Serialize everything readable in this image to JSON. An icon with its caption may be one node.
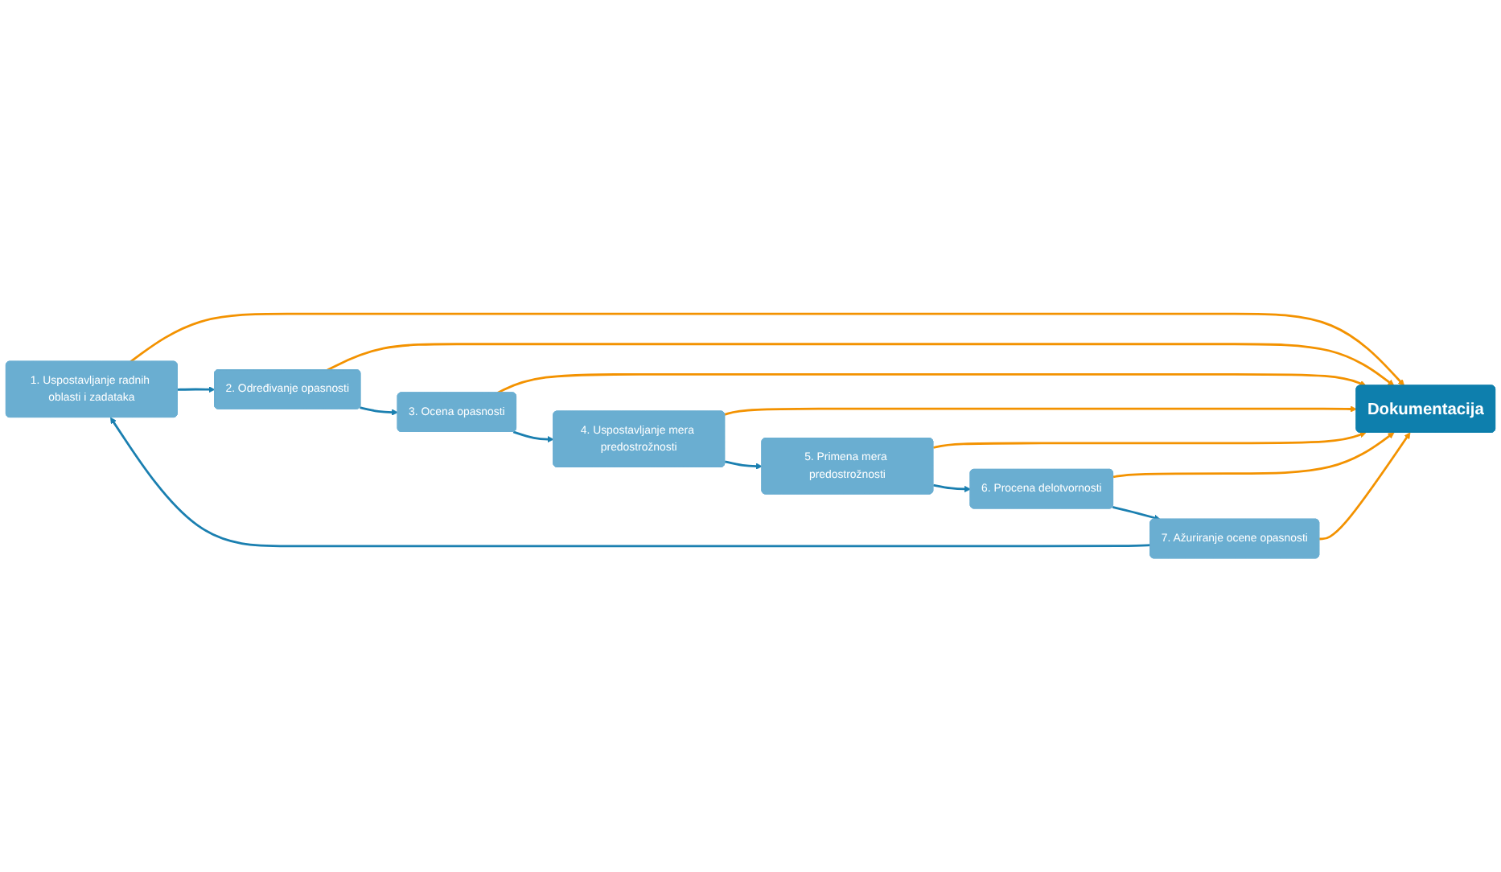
{
  "diagram": {
    "nodes": [
      {
        "text": [
          "1. Uspostavljanje radnih oblasti i zadataka"
        ]
      },
      {
        "text": [
          "2. Određivanje opasnosti"
        ]
      },
      {
        "text": [
          "3. Ocena opasnosti"
        ]
      },
      {
        "text": [
          "4. Uspostavljanje mera predostrožnosti"
        ]
      },
      {
        "text": [
          "5. Primena mera predostrožnosti"
        ]
      },
      {
        "text": [
          "6. Procena delotvornosti"
        ]
      },
      {
        "text": [
          "7. Ažuriranje ocene opasnosti"
        ]
      },
      {
        "text": [
          "Dokumentacija"
        ]
      }
    ],
    "edges": [
      {
        "from": 0,
        "to": 1,
        "arrow": "to"
      },
      {
        "from": 1,
        "to": 2,
        "arrow": "to"
      },
      {
        "from": 2,
        "to": 3,
        "arrow": "to"
      },
      {
        "from": 3,
        "to": 4,
        "arrow": "to"
      },
      {
        "from": 4,
        "to": 5,
        "arrow": "to"
      },
      {
        "from": 5,
        "to": 6,
        "arrow": "to"
      },
      {
        "from": 6,
        "to": 0,
        "arrow": "to"
      },
      {
        "from": 0,
        "to": 7,
        "arrow": "to",
        "color": "#f39200"
      },
      {
        "from": 1,
        "to": 7,
        "arrow": "to",
        "color": "#f39200"
      },
      {
        "from": 2,
        "to": 7,
        "arrow": "to",
        "color": "#f39200"
      },
      {
        "from": 3,
        "to": 7,
        "arrow": "to",
        "color": "#f39200"
      },
      {
        "from": 4,
        "to": 7,
        "arrow": "to",
        "color": "#f39200"
      },
      {
        "from": 5,
        "to": 7,
        "arrow": "to",
        "color": "#f39200"
      },
      {
        "from": 6,
        "to": 7,
        "arrow": "to",
        "color": "#f39200"
      }
    ]
  }
}
